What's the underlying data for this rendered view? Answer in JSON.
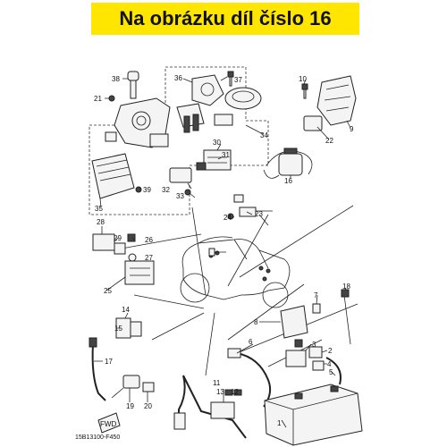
{
  "banner": {
    "text": "Na obrázku díl číslo 16",
    "color": "#ffe600"
  },
  "diagram": {
    "reference_code": "15B13100-F450",
    "front_marker": "FWD",
    "part_labels": [
      "1",
      "2",
      "3",
      "4",
      "5",
      "6",
      "7",
      "8",
      "9",
      "10",
      "11",
      "12",
      "13",
      "14",
      "15",
      "16",
      "17",
      "18",
      "19",
      "20",
      "21",
      "22",
      "23",
      "24",
      "25",
      "26",
      "27",
      "28",
      "29",
      "30",
      "31",
      "32",
      "33",
      "34",
      "35",
      "36",
      "37",
      "38",
      "39"
    ]
  }
}
